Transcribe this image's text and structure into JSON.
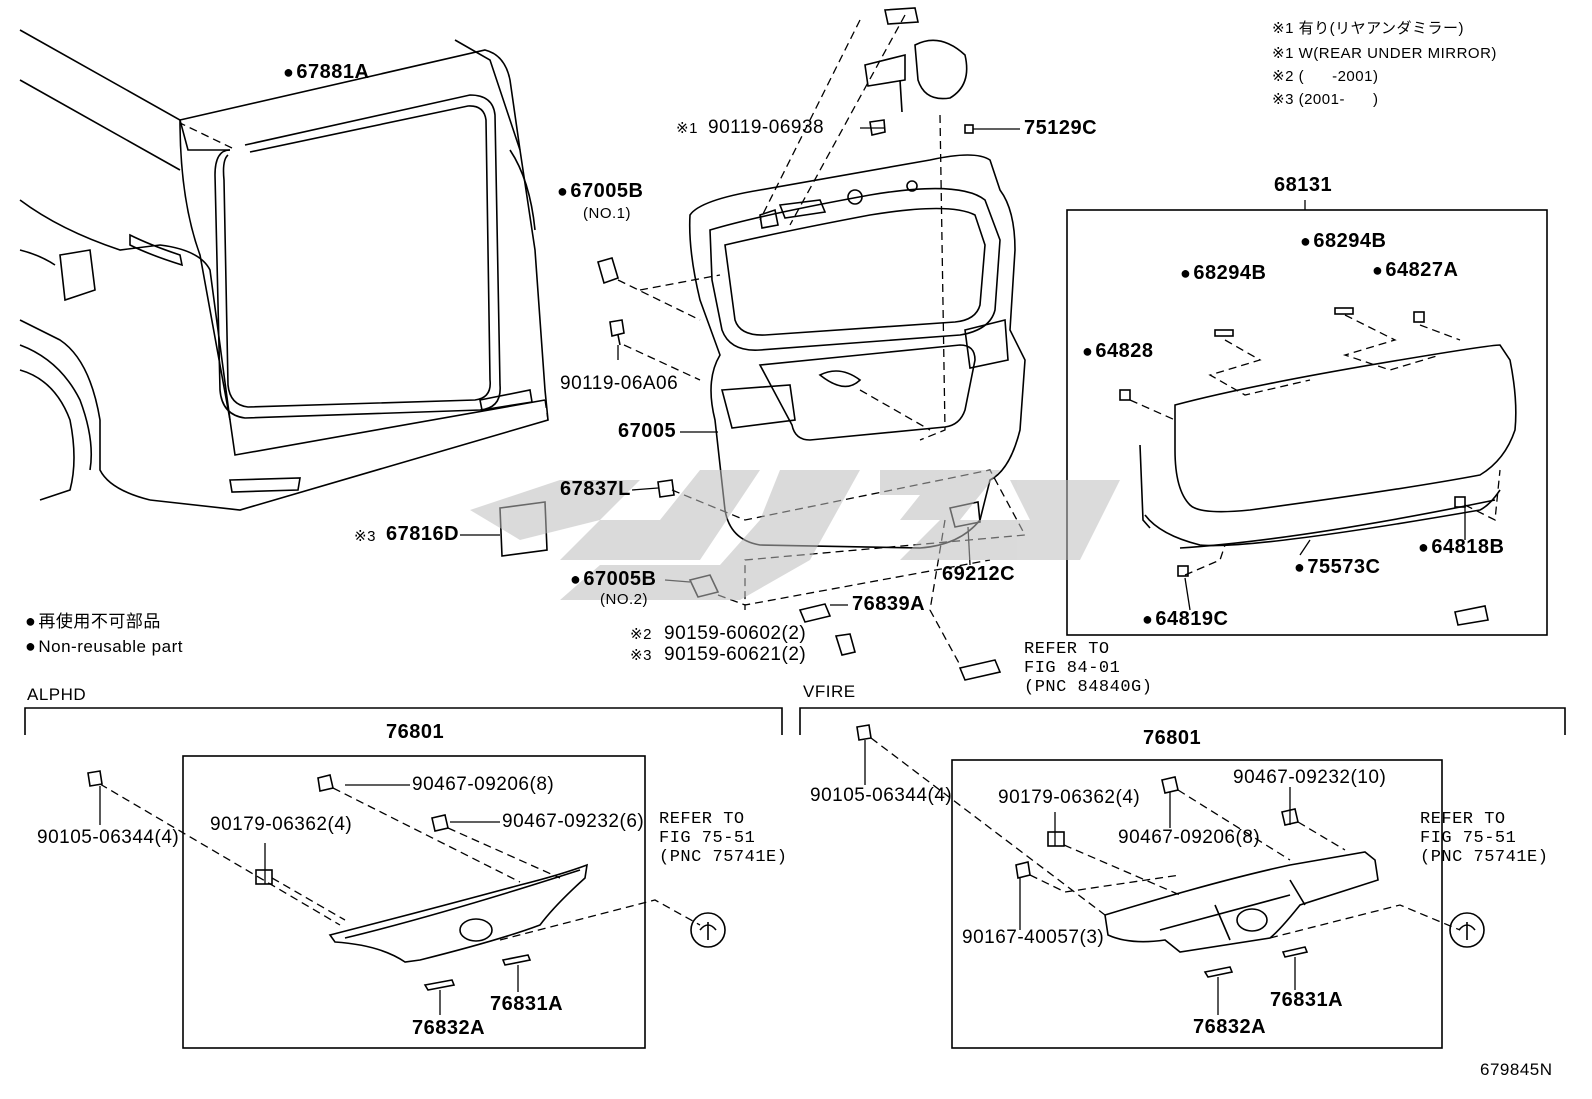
{
  "notes": {
    "n1_jp": "※1 有り(リヤアンダミラー)",
    "n1_en": "※1 W(REAR UNDER MIRROR)",
    "n2": "※2 (      -2001)",
    "n3": "※3 (2001-      )"
  },
  "legend": {
    "jp": "再使用不可部品",
    "en": "Non-reusable part"
  },
  "watermark_text": "ﺳﭙﮑو",
  "upper_parts": {
    "p67881A": "67881A",
    "p67005B_1": "67005B",
    "p67005B_1_sub": "(NO.1)",
    "p90119_06938_mark": "※1",
    "p90119_06938": "90119-06938",
    "p75129C": "75129C",
    "p90119_06A06": "90119-06A06",
    "p67005": "67005",
    "p67837L": "67837L",
    "p67816D_mark": "※3",
    "p67816D": "67816D",
    "p67005B_2": "67005B",
    "p67005B_2_sub": "(NO.2)",
    "p76839A": "76839A",
    "p90159_60602_mark": "※2",
    "p90159_60602": "90159-60602(2)",
    "p90159_60621_mark": "※3",
    "p90159_60621": "90159-60621(2)",
    "p69212C": "69212C",
    "ref_84": "REFER TO\nFIG 84-01\n(PNC 84840G)"
  },
  "group_68131": {
    "title": "68131",
    "p68294B_a": "68294B",
    "p68294B_b": "68294B",
    "p64827A": "64827A",
    "p64828": "64828",
    "p64818B": "64818B",
    "p75573C": "75573C",
    "p64819C": "64819C"
  },
  "alphd": {
    "section": "ALPHD",
    "title": "76801",
    "p90105": "90105-06344(4)",
    "p90467_09206": "90467-09206(8)",
    "p90179": "90179-06362(4)",
    "p90467_09232": "90467-09232(6)",
    "p76831A": "76831A",
    "p76832A": "76832A",
    "ref": "REFER TO\nFIG 75-51\n(PNC 75741E)"
  },
  "vfire": {
    "section": "VFIRE",
    "title": "76801",
    "p90105": "90105-06344(4)",
    "p90179": "90179-06362(4)",
    "p90467_09232": "90467-09232(10)",
    "p90467_09206": "90467-09206(8)",
    "p90167": "90167-40057(3)",
    "p76831A": "76831A",
    "p76832A": "76832A",
    "ref": "REFER TO\nFIG 75-51\n(PNC 75741E)"
  },
  "figure_id": "679845N"
}
